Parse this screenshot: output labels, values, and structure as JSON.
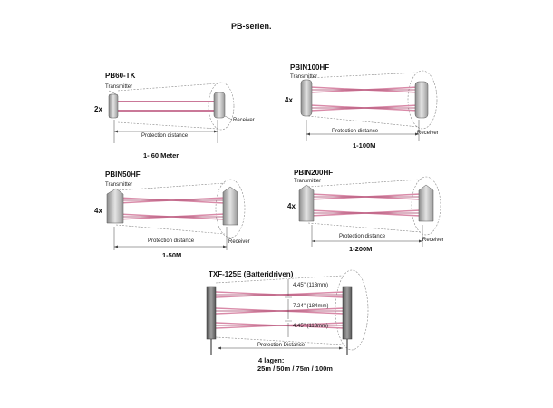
{
  "header": {
    "title": "PB-serien."
  },
  "labels": {
    "transmitter": "Transmitter",
    "receiver": "Receiver",
    "protection_distance": "Protection distance",
    "protection_distance_alt": "Protection Distance"
  },
  "units": [
    {
      "model": "PB60-TK",
      "multiplier": "2x",
      "range": "1- 60 Meter"
    },
    {
      "model": "PBIN100HF",
      "multiplier": "4x",
      "range": "1-100M"
    },
    {
      "model": "PBIN50HF",
      "multiplier": "4x",
      "range": "1-50M"
    },
    {
      "model": "PBIN200HF",
      "multiplier": "4x",
      "range": "1-200M"
    }
  ],
  "txf": {
    "model": "TXF-125E (Batteridriven)",
    "dims": [
      "4.45\" (113mm)",
      "7.24\" (184mm)",
      "4.45\" (113mm)"
    ],
    "caption_line1": "4 lagen:",
    "caption_line2": "25m / 50m / 75m / 100m"
  },
  "colors": {
    "beam": "#d98aa8",
    "unit": "#b8b8b8",
    "outline": "#555555"
  }
}
